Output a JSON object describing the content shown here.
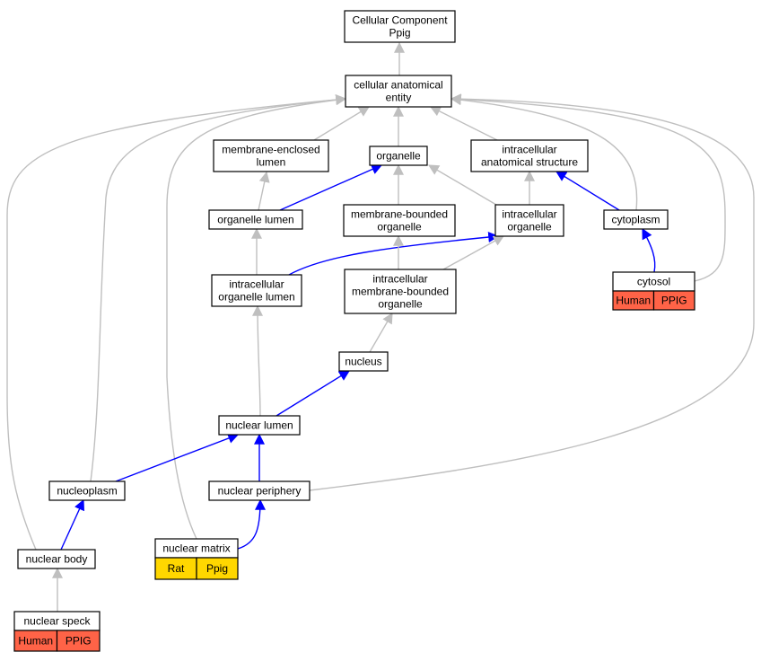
{
  "colors": {
    "is_a_edge": "#bfbfbf",
    "part_of_edge": "#0000ff",
    "human_badge": "#ff6347",
    "rat_badge": "#ffd700",
    "node_border": "#000000",
    "background": "#ffffff"
  },
  "nodes": [
    {
      "id": "root",
      "lines": [
        "Cellular Component",
        "Ppig"
      ]
    },
    {
      "id": "cae",
      "lines": [
        "cellular anatomical",
        "entity"
      ]
    },
    {
      "id": "mel",
      "lines": [
        "membrane-enclosed",
        "lumen"
      ]
    },
    {
      "id": "organelle",
      "lines": [
        "organelle"
      ]
    },
    {
      "id": "ias",
      "lines": [
        "intracellular",
        "anatomical structure"
      ]
    },
    {
      "id": "olumen",
      "lines": [
        "organelle lumen"
      ]
    },
    {
      "id": "mbo",
      "lines": [
        "membrane-bounded",
        "organelle"
      ]
    },
    {
      "id": "io",
      "lines": [
        "intracellular",
        "organelle"
      ]
    },
    {
      "id": "cytoplasm",
      "lines": [
        "cytoplasm"
      ]
    },
    {
      "id": "iol",
      "lines": [
        "intracellular",
        "organelle lumen"
      ]
    },
    {
      "id": "imbo",
      "lines": [
        "intracellular",
        "membrane-bounded",
        "organelle"
      ]
    },
    {
      "id": "cytosol",
      "lines": [
        "cytosol"
      ],
      "badges": [
        {
          "label": "Human",
          "species": "human"
        },
        {
          "label": "PPIG",
          "species": "human"
        }
      ]
    },
    {
      "id": "nucleus",
      "lines": [
        "nucleus"
      ]
    },
    {
      "id": "nlumen",
      "lines": [
        "nuclear lumen"
      ]
    },
    {
      "id": "nucleoplasm",
      "lines": [
        "nucleoplasm"
      ]
    },
    {
      "id": "nperiphery",
      "lines": [
        "nuclear periphery"
      ]
    },
    {
      "id": "nbody",
      "lines": [
        "nuclear body"
      ]
    },
    {
      "id": "nmatrix",
      "lines": [
        "nuclear matrix"
      ],
      "badges": [
        {
          "label": "Rat",
          "species": "rat"
        },
        {
          "label": "Ppig",
          "species": "rat"
        }
      ]
    },
    {
      "id": "nspeck",
      "lines": [
        "nuclear speck"
      ],
      "badges": [
        {
          "label": "Human",
          "species": "human"
        },
        {
          "label": "PPIG",
          "species": "human"
        }
      ]
    }
  ],
  "edges": [
    {
      "from": "cae",
      "to": "root",
      "relation": "is_a"
    },
    {
      "from": "mel",
      "to": "cae",
      "relation": "is_a"
    },
    {
      "from": "organelle",
      "to": "cae",
      "relation": "is_a"
    },
    {
      "from": "ias",
      "to": "cae",
      "relation": "is_a"
    },
    {
      "from": "cytoplasm",
      "to": "cae",
      "relation": "is_a"
    },
    {
      "from": "cytosol",
      "to": "cae",
      "relation": "is_a"
    },
    {
      "from": "nperiphery",
      "to": "cae",
      "relation": "is_a"
    },
    {
      "from": "nucleoplasm",
      "to": "cae",
      "relation": "is_a"
    },
    {
      "from": "nbody",
      "to": "cae",
      "relation": "is_a"
    },
    {
      "from": "nmatrix",
      "to": "cae",
      "relation": "is_a"
    },
    {
      "from": "olumen",
      "to": "mel",
      "relation": "is_a"
    },
    {
      "from": "olumen",
      "to": "organelle",
      "relation": "part_of"
    },
    {
      "from": "mbo",
      "to": "organelle",
      "relation": "is_a"
    },
    {
      "from": "io",
      "to": "organelle",
      "relation": "is_a"
    },
    {
      "from": "io",
      "to": "ias",
      "relation": "is_a"
    },
    {
      "from": "cytoplasm",
      "to": "ias",
      "relation": "part_of"
    },
    {
      "from": "iol",
      "to": "olumen",
      "relation": "is_a"
    },
    {
      "from": "iol",
      "to": "io",
      "relation": "part_of"
    },
    {
      "from": "imbo",
      "to": "mbo",
      "relation": "is_a"
    },
    {
      "from": "imbo",
      "to": "io",
      "relation": "is_a"
    },
    {
      "from": "cytosol",
      "to": "cytoplasm",
      "relation": "part_of"
    },
    {
      "from": "nucleus",
      "to": "imbo",
      "relation": "is_a"
    },
    {
      "from": "nlumen",
      "to": "iol",
      "relation": "is_a"
    },
    {
      "from": "nlumen",
      "to": "nucleus",
      "relation": "part_of"
    },
    {
      "from": "nucleoplasm",
      "to": "nlumen",
      "relation": "part_of"
    },
    {
      "from": "nperiphery",
      "to": "nlumen",
      "relation": "part_of"
    },
    {
      "from": "nbody",
      "to": "nucleoplasm",
      "relation": "part_of"
    },
    {
      "from": "nmatrix",
      "to": "nperiphery",
      "relation": "part_of"
    },
    {
      "from": "nspeck",
      "to": "nbody",
      "relation": "is_a"
    }
  ]
}
